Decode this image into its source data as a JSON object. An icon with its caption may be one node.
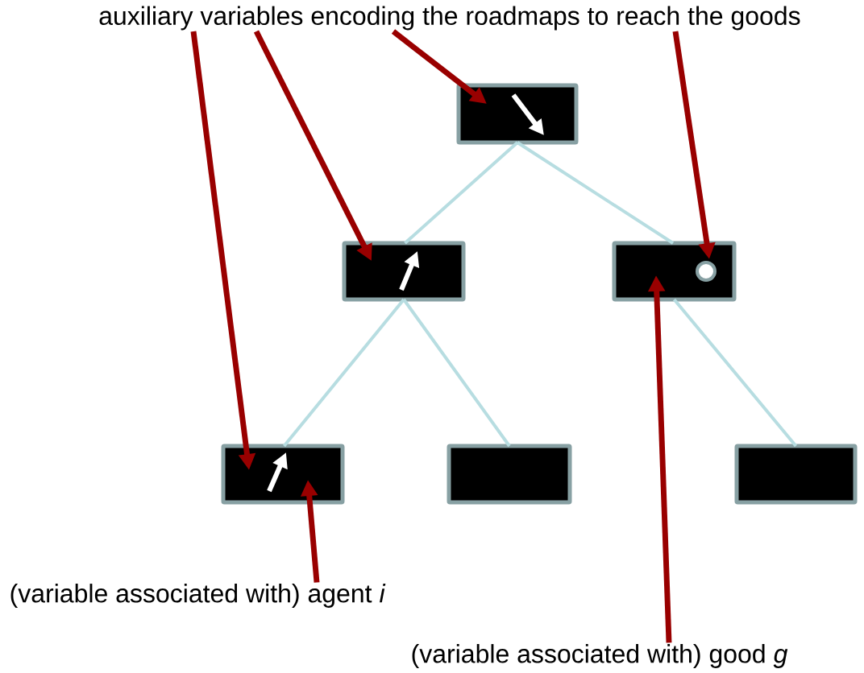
{
  "diagram": {
    "nodes": [
      {
        "text": [
          "auxiliary variables encoding the roadmaps to reach the goods"
        ]
      },
      {
        "text": [],
        "shape": "box"
      },
      {
        "text": [],
        "shape": "box"
      },
      {
        "text": [],
        "shape": "box"
      },
      {
        "text": [],
        "shape": "circle",
        "in": 3
      },
      {
        "text": [],
        "shape": "box"
      },
      {
        "text": [],
        "shape": "box"
      },
      {
        "text": [],
        "shape": "box"
      },
      {
        "text": [
          "(variable associated with) agent *i*"
        ]
      },
      {
        "text": [
          "(variable associated with) good *g*"
        ]
      }
    ],
    "edges": [
      {
        "from": 1,
        "to": 2,
        "arrow": "none",
        "color": "#b7dde1"
      },
      {
        "from": 1,
        "to": 3,
        "arrow": "none",
        "color": "#b7dde1"
      },
      {
        "from": 2,
        "to": 5,
        "arrow": "none",
        "color": "#b7dde1"
      },
      {
        "from": 2,
        "to": 6,
        "arrow": "none",
        "color": "#b7dde1"
      },
      {
        "from": 3,
        "to": 7,
        "arrow": "none",
        "color": "#b7dde1"
      },
      {
        "from": 0,
        "to": 5,
        "arrow": "to"
      },
      {
        "from": 0,
        "to": 2,
        "arrow": "to"
      },
      {
        "from": 0,
        "to": 1,
        "arrow": "to"
      },
      {
        "from": 0,
        "to": 4,
        "arrow": "to"
      },
      {
        "from": 8,
        "to": 5,
        "arrow": "to"
      },
      {
        "from": 9,
        "to": 3,
        "arrow": "to"
      }
    ]
  }
}
